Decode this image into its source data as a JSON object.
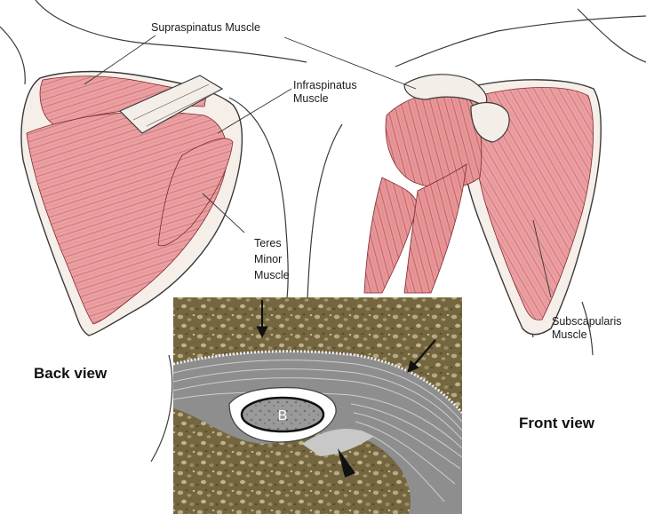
{
  "labels": {
    "supraspinatus": "Supraspinatus Muscle",
    "infraspinatus": [
      "Infraspinatus",
      "Muscle"
    ],
    "teres_minor": [
      "Teres",
      "Minor",
      "Muscle"
    ],
    "subscapularis": [
      "Subscapularis",
      "Muscle"
    ]
  },
  "views": {
    "back": "Back view",
    "front": "Front view"
  },
  "inset": {
    "bone_label": "B"
  },
  "colors": {
    "muscle": "#e8989a",
    "muscle_dark": "#b9484e",
    "outline": "#3a3a3a",
    "tendon": "#f3efe8",
    "inset_fat": "#7a6a4a",
    "inset_tendon": "#9a9a9a"
  }
}
